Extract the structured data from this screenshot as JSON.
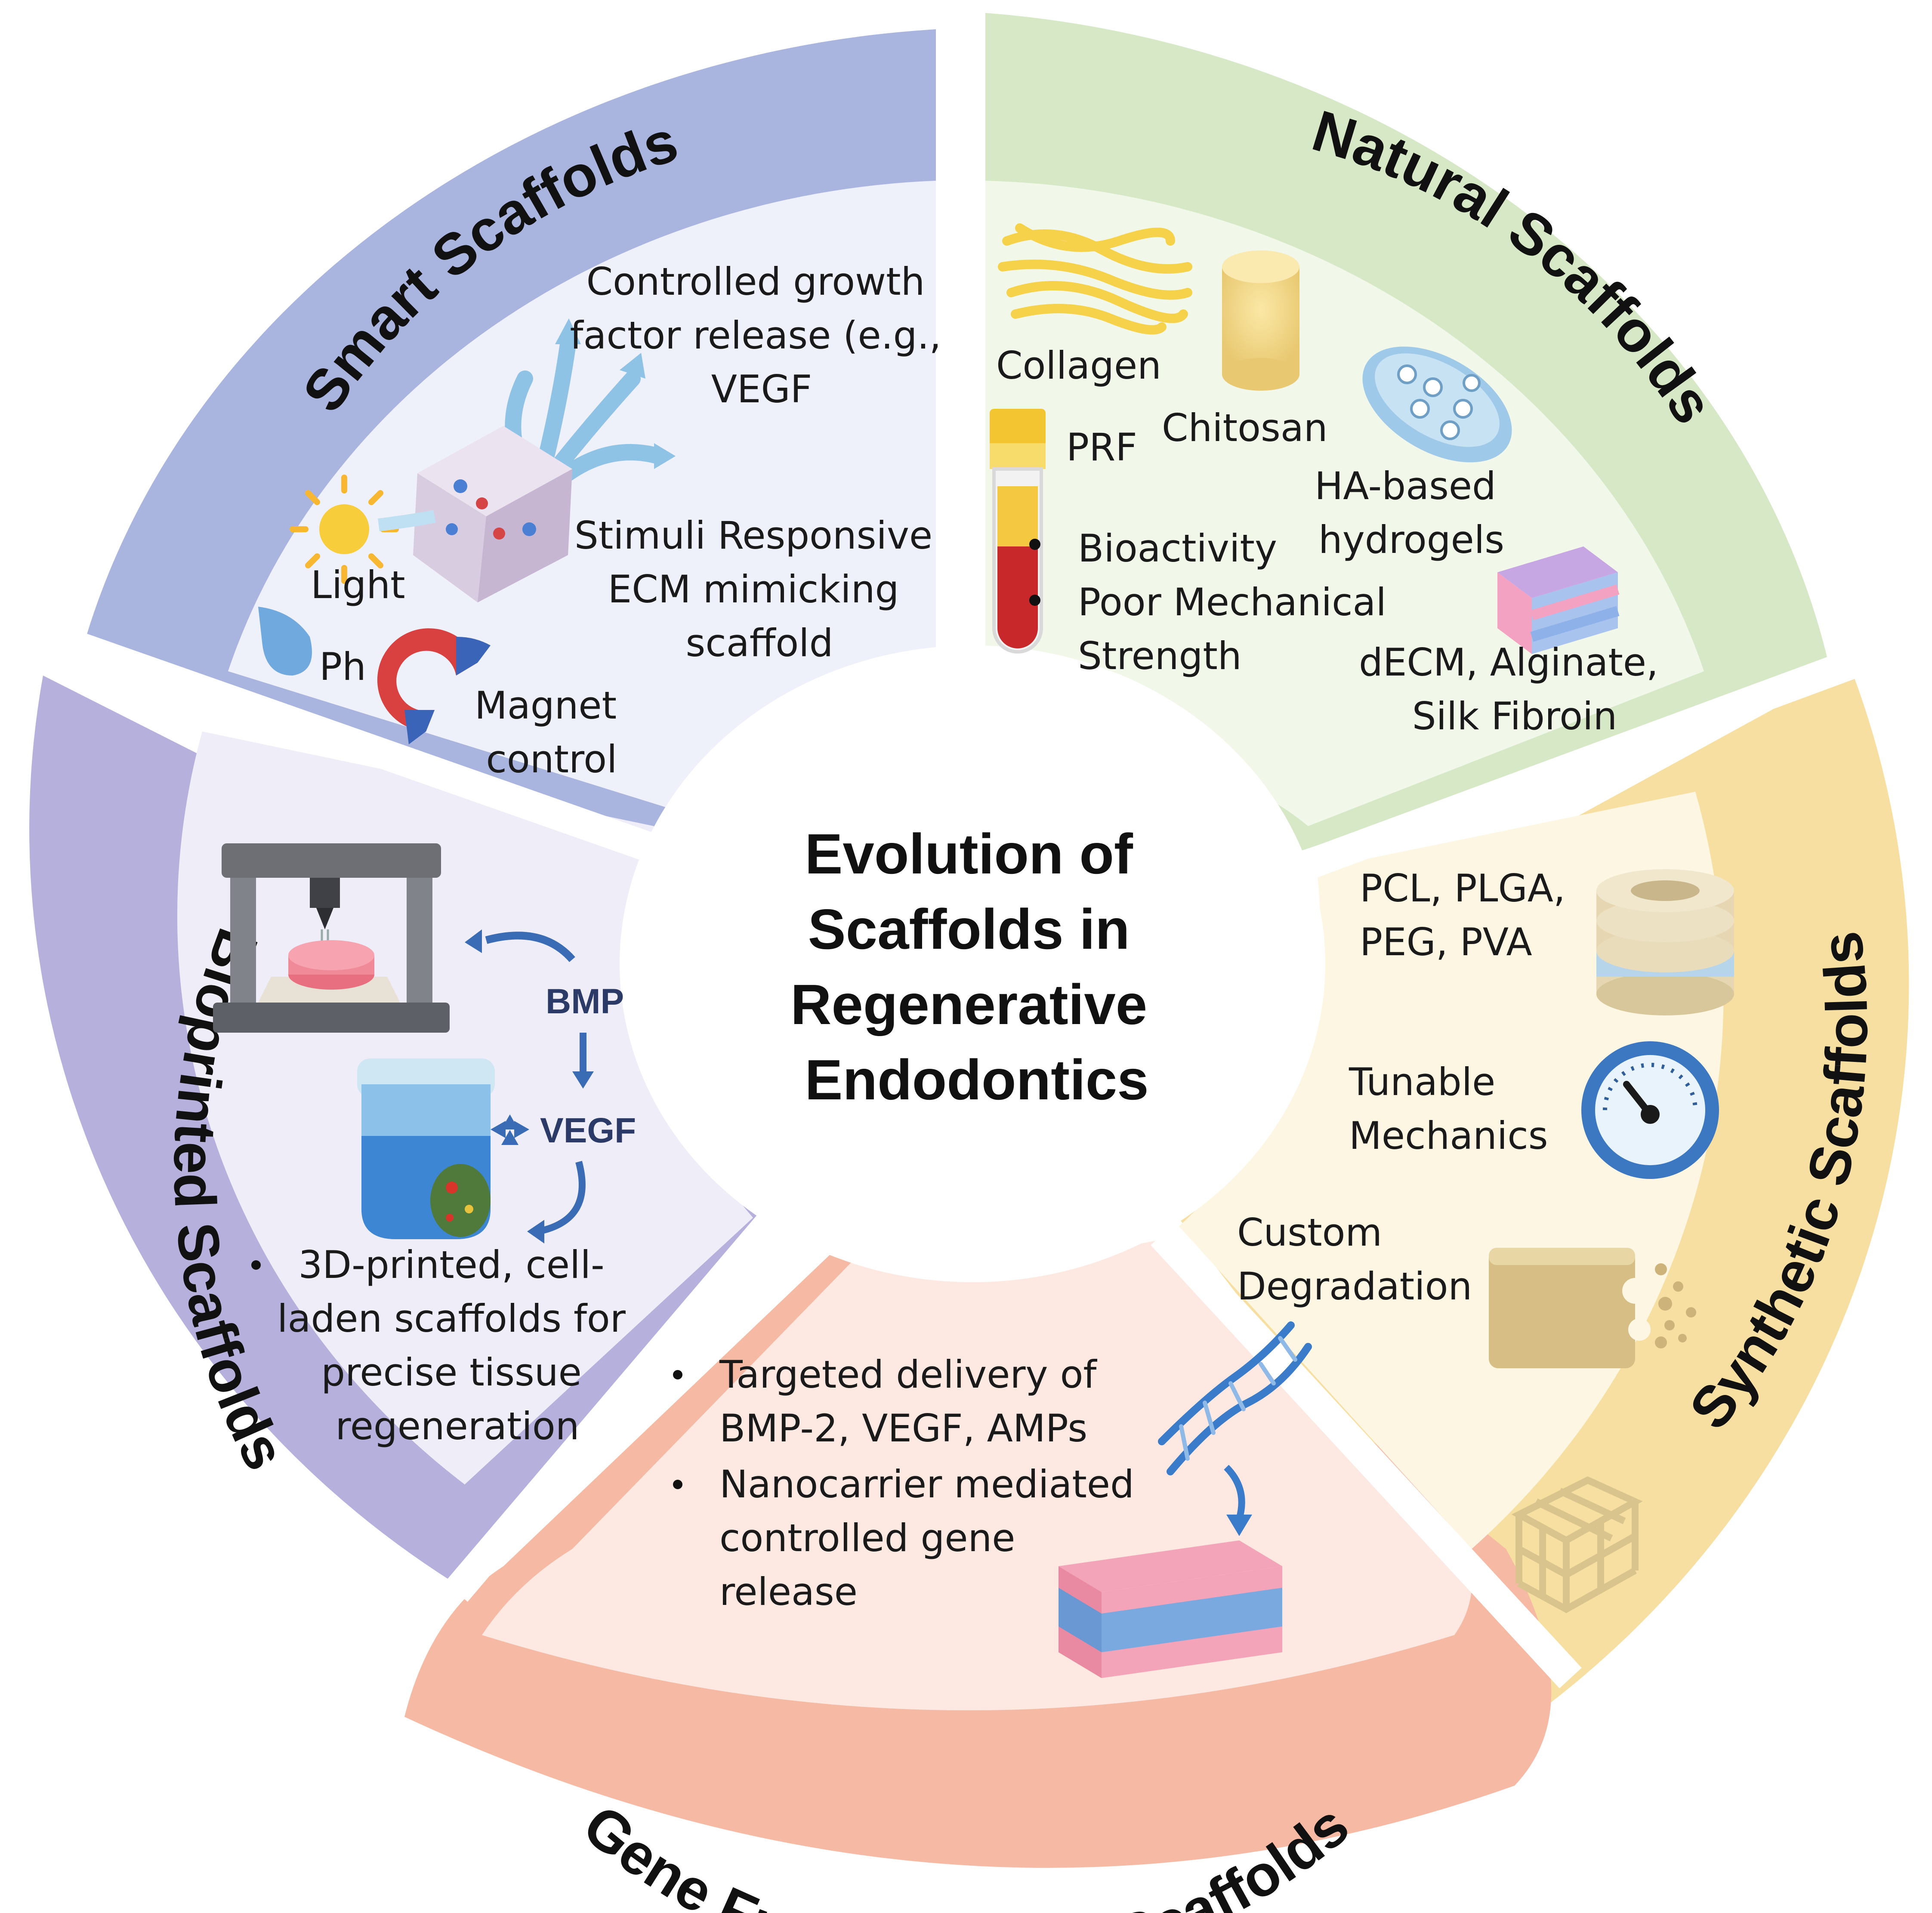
{
  "center_title": [
    "Evolution of",
    "Scaffolds in",
    "Regenerative",
    "Endodontics"
  ],
  "sectors": {
    "smart": {
      "title": "Smart Scaffolds",
      "color": "#a9b4df",
      "inner_color": "#eef0fa",
      "growth_factor": [
        "Controlled growth",
        "factor release (e.g.,",
        "VEGF"
      ],
      "stimuli": [
        "Stimuli Responsive",
        "ECM mimicking",
        "scaffold"
      ],
      "light": "Light",
      "ph": "Ph",
      "magnet": [
        "Magnet",
        "control"
      ]
    },
    "natural": {
      "title": "Natural Scaffolds",
      "color": "#d6e8c6",
      "inner_color": "#f1f8ea",
      "collagen": "Collagen",
      "chitosan": "Chitosan",
      "prf": "PRF",
      "ha": [
        "HA-based",
        "hydrogels"
      ],
      "bioactivity": "Bioactivity",
      "poor_strength": [
        "Poor Mechanical",
        "Strength"
      ],
      "decm": [
        "dECM, Alginate,",
        "Silk Fibroin"
      ]
    },
    "synthetic": {
      "title": "Synthetic Scaffolds",
      "color": "#f6dfa0",
      "inner_color": "#fdf6e2",
      "polymers": [
        "PCL, PLGA,",
        "PEG, PVA"
      ],
      "tunable": [
        "Tunable",
        "Mechanics"
      ],
      "degradation": [
        "Custom",
        "Degradation"
      ]
    },
    "gene": {
      "title": "Gene Functionalized Scaffolds",
      "color": "#f6b9a3",
      "inner_color": "#fde9e1",
      "bullets": [
        [
          "Targeted delivery of",
          "BMP-2, VEGF, AMPs"
        ],
        [
          "Nanocarrier mediated",
          "controlled gene",
          "release"
        ]
      ]
    },
    "bioprinted": {
      "title": "Bioprinted Scaffolds",
      "color": "#b6b0dc",
      "inner_color": "#eeedf8",
      "bmp": "BMP",
      "vegf": "VEGF",
      "bullet": [
        "3D-printed, cell-",
        "laden scaffolds for",
        "precise tissue",
        "regeneration"
      ]
    }
  }
}
